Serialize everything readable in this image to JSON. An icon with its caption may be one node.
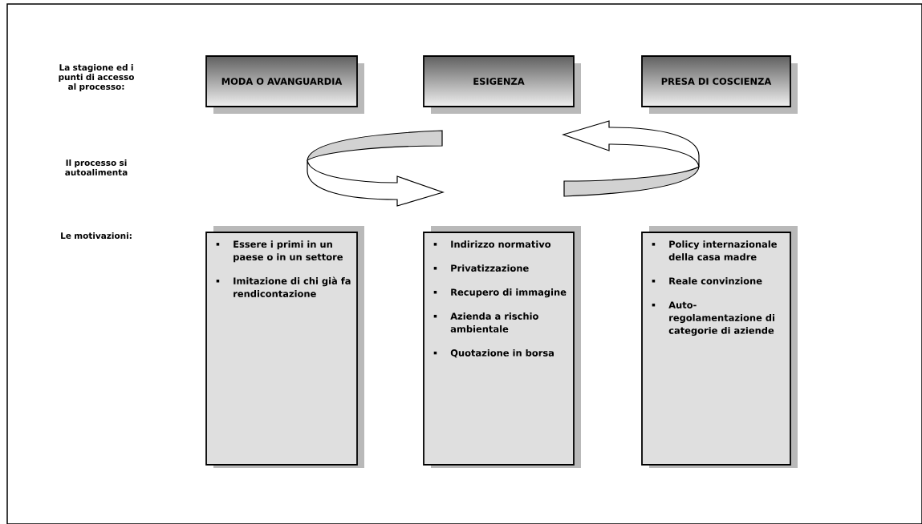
{
  "diagram": {
    "nodes": [
      {
        "text": [
          "MODA O AVANGUARDIA"
        ]
      },
      {
        "text": [
          "ESIGENZA"
        ]
      },
      {
        "text": [
          "PRESA DI COSCIENZA"
        ]
      },
      {
        "text": [
          "Essere i primi in un paese o in un settore",
          "Imitazione di chi già fa rendicontazione"
        ]
      },
      {
        "text": [
          "Indirizzo normativo",
          "Privatizzazione",
          "Recupero di immagine",
          "Azienda a rischio ambientale",
          "Quotazione in borsa"
        ]
      },
      {
        "text": [
          "Policy internazionale della casa madre",
          "Reale convinzione",
          "Auto-regolamentazione di categorie di aziende"
        ]
      }
    ],
    "labels": [
      "La stagione ed i punti di accesso al processo:",
      "Il processo si autoalimenta",
      "Le motivazioni:"
    ]
  }
}
